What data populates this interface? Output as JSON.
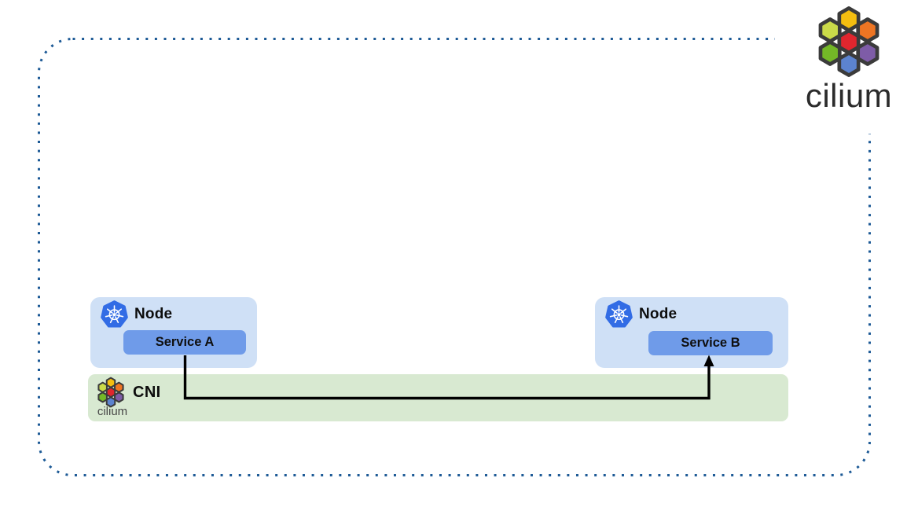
{
  "diagram": {
    "brand": {
      "wordmark": "cilium"
    },
    "nodes": [
      {
        "label": "Node",
        "service": {
          "label": "Service A"
        }
      },
      {
        "label": "Node",
        "service": {
          "label": "Service B"
        }
      }
    ],
    "cni": {
      "label": "CNI",
      "brand_label": "cilium"
    },
    "arrow": {
      "from": "Service A",
      "to": "Service B",
      "via": "CNI"
    }
  },
  "icons": {
    "kubernetes": "kubernetes-wheel-icon",
    "cilium": "cilium-honeycomb-icon"
  },
  "colors": {
    "background": "#ffffff",
    "dotted_border": "#1d5a96",
    "node_bg": "#cfe0f6",
    "service_bg": "#6f9be9",
    "cni_bg": "#d8e9d1",
    "arrow": "#000000",
    "kubernetes_blue": "#326ce5",
    "cilium_hex_top": "#F4BE10",
    "cilium_hex_top_left": "#CBDB49",
    "cilium_hex_top_right": "#EE7523",
    "cilium_hex_center": "#E0262E",
    "cilium_hex_bottom_left": "#74B827",
    "cilium_hex_bottom_right": "#7E5CA7",
    "cilium_hex_bottom": "#5C83CF",
    "cilium_hex_outline": "#3B3B3B"
  }
}
